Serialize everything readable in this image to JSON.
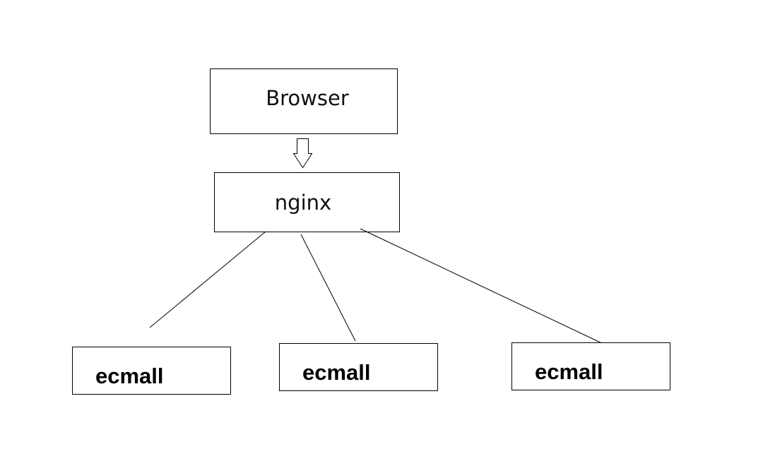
{
  "diagram": {
    "browser": {
      "label": "Browser"
    },
    "proxy": {
      "label": "nginx"
    },
    "backends": [
      {
        "label": "ecmall"
      },
      {
        "label": "ecmall"
      },
      {
        "label": "ecmall"
      }
    ]
  }
}
